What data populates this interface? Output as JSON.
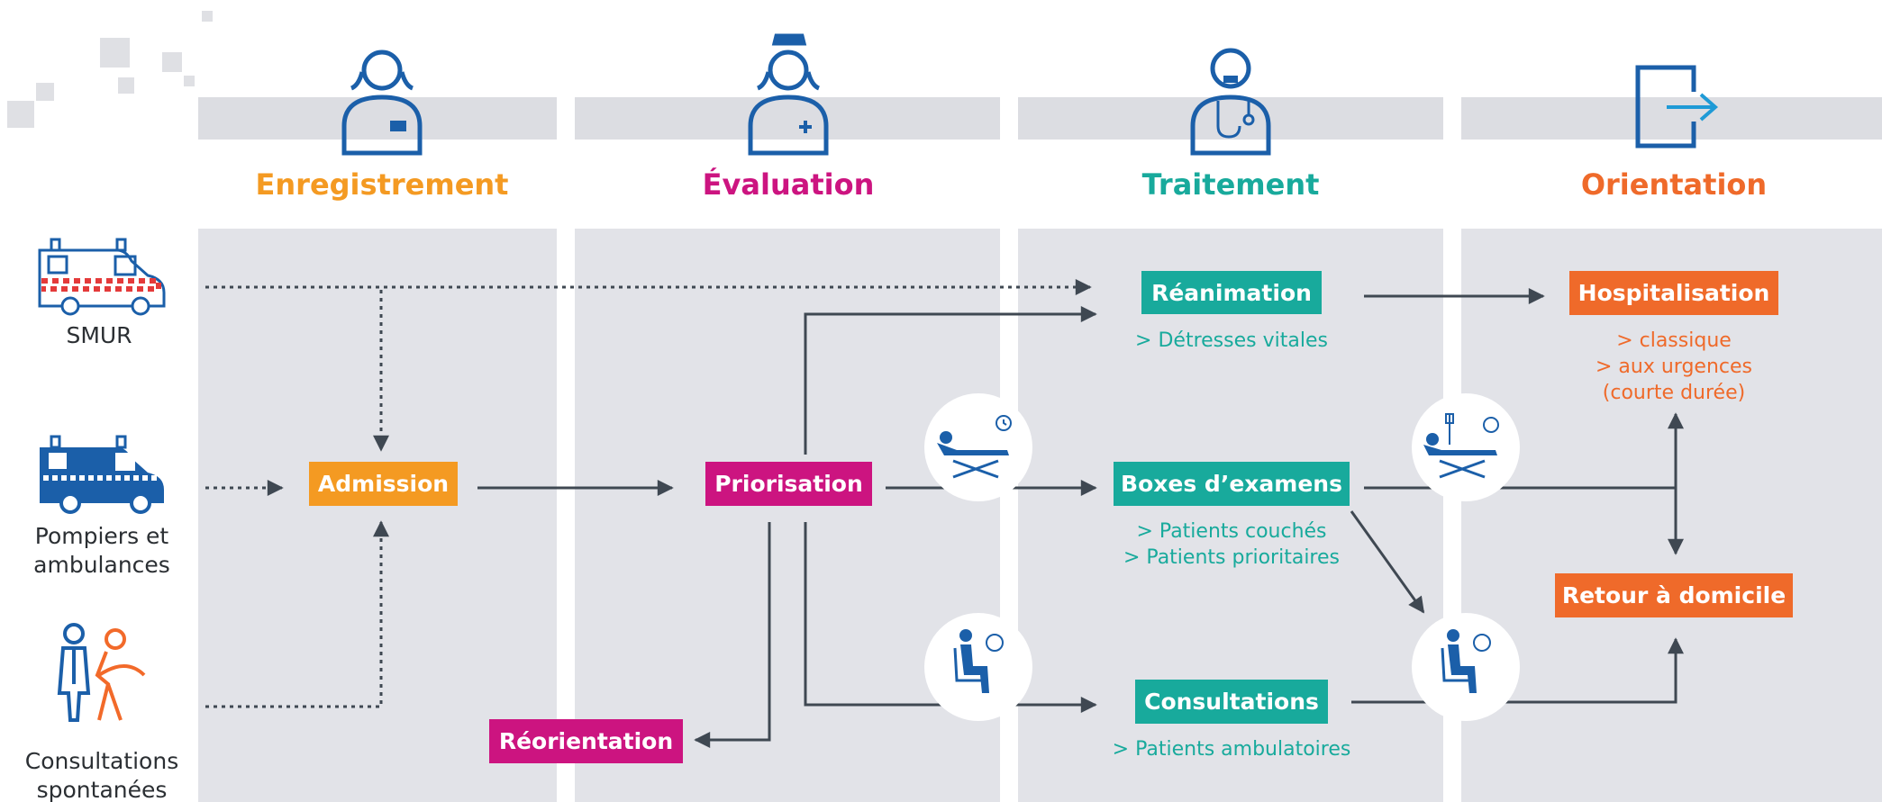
{
  "colors": {
    "background_column": "#e2e3e8",
    "header_band": "#dcdde2",
    "arrow": "#3f4852",
    "blue": "#1e64ab",
    "icon_blue": "#1b5fa9",
    "orange": "#f49a22",
    "magenta": "#cc1480",
    "teal": "#18aa9c",
    "orange_red": "#ef6a2a",
    "grey_square": "#dfe0e4"
  },
  "phases": [
    {
      "title": "Enregistrement",
      "color": "#f49a22",
      "icon": "receptionist-icon"
    },
    {
      "title": "Évaluation",
      "color": "#cc1480",
      "icon": "nurse-icon"
    },
    {
      "title": "Traitement",
      "color": "#18aa9c",
      "icon": "doctor-stethoscope-icon"
    },
    {
      "title": "Orientation",
      "color": "#ef6a2a",
      "icon": "exit-door-icon"
    }
  ],
  "sources": [
    {
      "label": "SMUR",
      "icon": "smur-ambulance-icon"
    },
    {
      "label": "Pompiers et",
      "label2": "ambulances",
      "icon": "ambulance-icon"
    },
    {
      "label": "Consultations",
      "label2": "spontanées",
      "icon": "walking-people-icon"
    }
  ],
  "boxes": {
    "admission": "Admission",
    "priorisation": "Priorisation",
    "reorientation": "Réorientation",
    "reanimation": "Réanimation",
    "boxes_examens": "Boxes d’examens",
    "consultations": "Consultations",
    "hospitalisation": "Hospitalisation",
    "retour": "Retour à domicile"
  },
  "notes": {
    "reanimation": [
      "> Détresses vitales"
    ],
    "boxes_examens": [
      "> Patients couchés",
      "> Patients prioritaires"
    ],
    "consultations": [
      "> Patients ambulatoires"
    ],
    "hospitalisation": [
      "> classique",
      "> aux urgences",
      "(courte durée)"
    ]
  },
  "waiting_icons": [
    {
      "name": "stretcher-wait-icon"
    },
    {
      "name": "seated-wait-icon"
    }
  ]
}
